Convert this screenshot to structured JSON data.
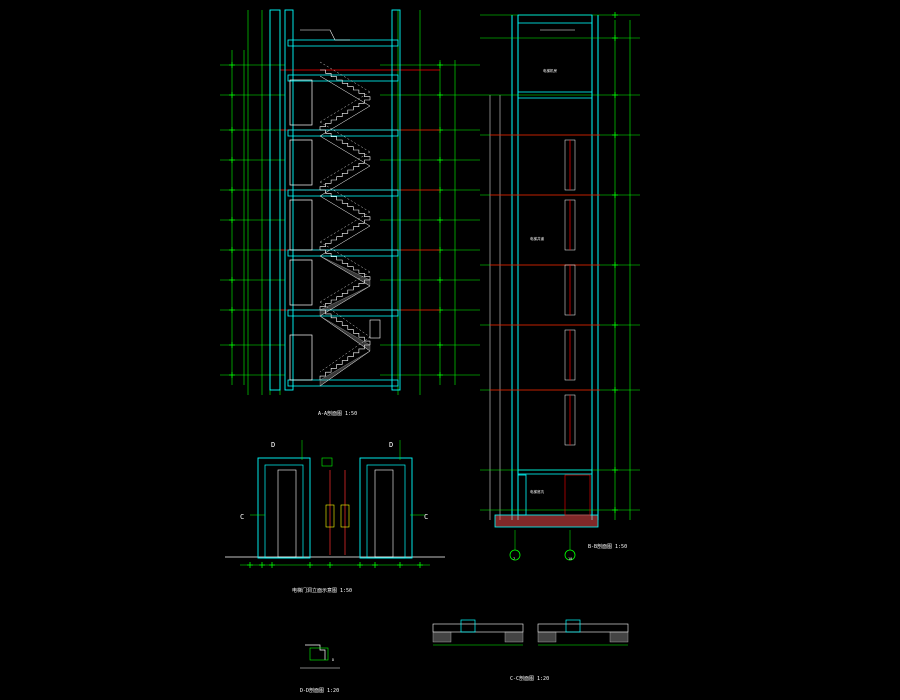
{
  "captions": {
    "section_aa": "A-A剖面图 1:50",
    "section_bb": "B-B剖面图 1:50",
    "door_elevation": "电梯门洞立面示意图 1:50",
    "section_dd": "D-D剖面图 1:20",
    "section_cc": "C-C剖面图 1:20"
  },
  "markers": {
    "d_left": "D",
    "d_right": "D",
    "c_left": "C",
    "c_right": "C",
    "axis_7": "7",
    "axis_10": "10",
    "dd_mark": "D"
  },
  "room_labels": {
    "machine_room": "电梯机房",
    "shaft": "电梯井道",
    "pit": "电梯底坑"
  },
  "colors": {
    "background": "#000000",
    "wall": "#00ffff",
    "dimension": "#00ff00",
    "text": "#ffffff",
    "slab_line": "#ff0000",
    "hatch": "#c0c0c0",
    "opening": "#ffff00",
    "door_line": "#ff3030"
  }
}
